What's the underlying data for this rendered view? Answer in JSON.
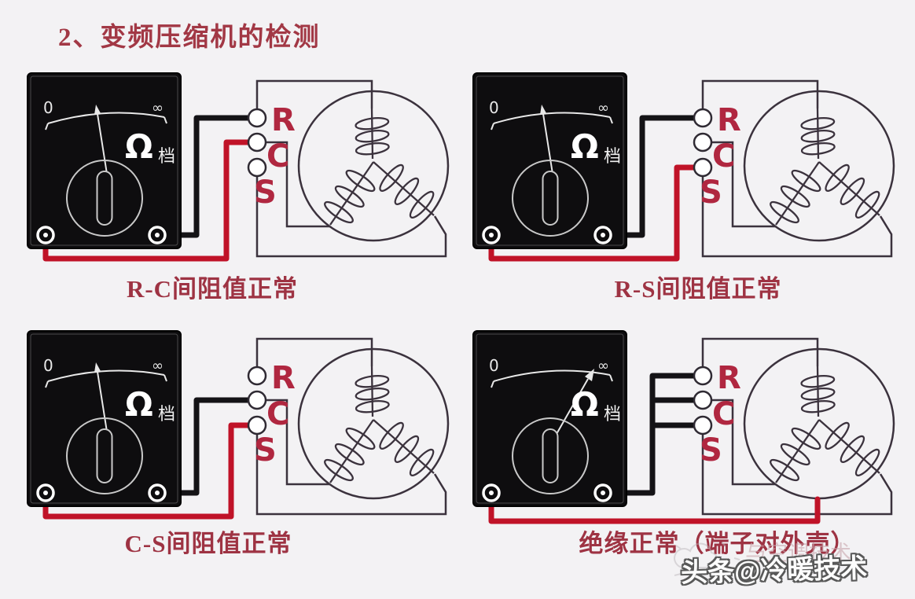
{
  "title": "2、变频压缩机的检测",
  "meter": {
    "scale_left_label": "0",
    "scale_right_label": "∞",
    "mode_symbol": "Ω",
    "mode_text": "档"
  },
  "terminal_labels": [
    "R",
    "C",
    "S"
  ],
  "colors": {
    "background": "#f3f2f4",
    "title_text": "#a23845",
    "caption_text": "#9e3343",
    "terminal_label": "#b02740",
    "probe_red": "#c01328",
    "probe_black": "#141316",
    "diagram_line": "#3b323d",
    "meter_body": "#0e0d0f",
    "meter_markings": "#e8e8e8"
  },
  "panels": [
    {
      "id": "top-left",
      "caption": "R-C间阻值正常",
      "reading": "mid",
      "black_probe_to": "R",
      "red_probe_to": "C"
    },
    {
      "id": "top-right",
      "caption": "R-S间阻值正常",
      "reading": "mid",
      "black_probe_to": "R",
      "red_probe_to": "S"
    },
    {
      "id": "bottom-left",
      "caption": "C-S间阻值正常",
      "reading": "mid",
      "black_probe_to": "C",
      "red_probe_to": "S"
    },
    {
      "id": "bottom-right",
      "caption": "绝缘正常（端子对外壳）",
      "reading": "infinity",
      "black_probe_to": "ALL",
      "red_probe_to": "shell"
    }
  ],
  "watermark": {
    "main": "头条@冷暖技术",
    "faint": "与空调技术"
  }
}
